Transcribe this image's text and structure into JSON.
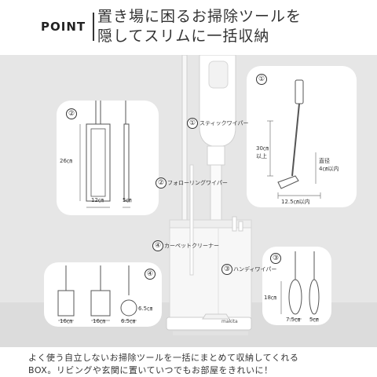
{
  "header": {
    "point_label": "POINT",
    "headline_line1": "置き場に困るお掃除ツールを",
    "headline_line2": "隠してスリムに一括収納"
  },
  "callouts": [
    {
      "number": "①",
      "label": "スティックワイパー"
    },
    {
      "number": "②",
      "label": "フォローリングワイパー"
    },
    {
      "number": "③",
      "label": "ハンディワイパー"
    },
    {
      "number": "④",
      "label": "カーペットクリーナー"
    }
  ],
  "bubble1": {
    "number": "①",
    "height": "30㎝\n以上",
    "head_dia": "直径\n4㎝以内",
    "width": "12.5㎝以内"
  },
  "bubble2": {
    "number": "②",
    "height": "26㎝",
    "width": "12㎝",
    "depth": "5㎝"
  },
  "bubble3": {
    "number": "③",
    "height": "18㎝",
    "width": "7.5㎝",
    "depth": "5㎝"
  },
  "bubble4": {
    "number": "④",
    "width_a": "16㎝",
    "width_b": "16㎝",
    "depth": "6.5㎝",
    "dia": "6.5㎝"
  },
  "brand_text": "makita",
  "footer": {
    "line1": "よく使う自立しないお掃除ツールを一括にまとめて収納してくれる",
    "line2": "BOX。リビングや玄関に置いていつでもお部屋をきれいに！"
  }
}
